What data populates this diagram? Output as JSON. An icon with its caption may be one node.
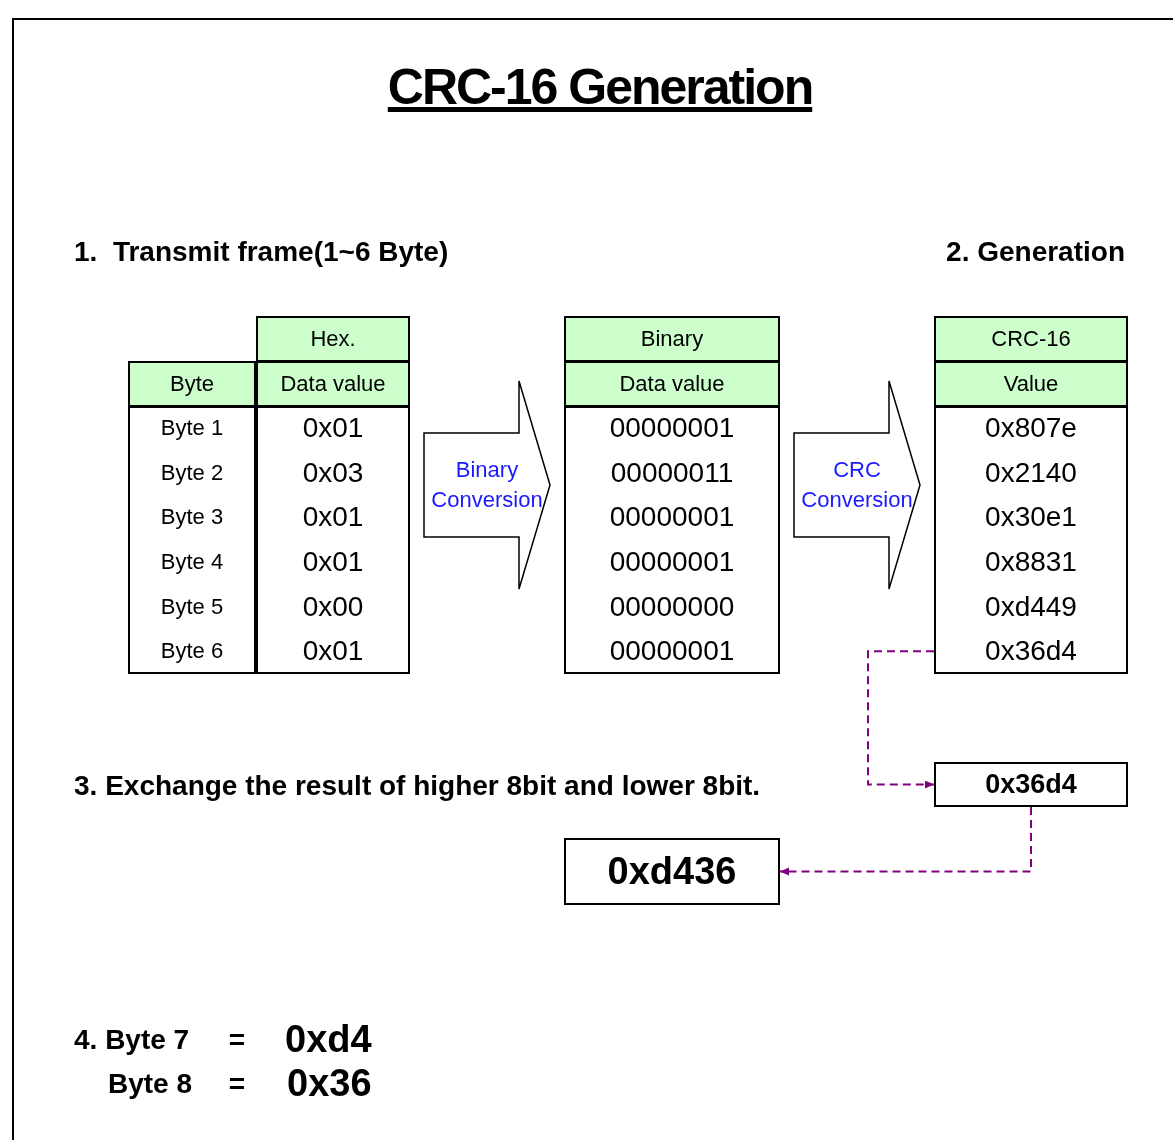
{
  "diagram": {
    "title": "CRC-16 Generation",
    "nodes": [
      {
        "text": [
          "Binary Conversion"
        ]
      },
      {
        "text": [
          "CRC Conversion"
        ]
      },
      {
        "text": [
          "0x36d4"
        ]
      },
      {
        "text": [
          "0x36d4"
        ]
      },
      {
        "text": [
          "0xd436"
        ]
      }
    ],
    "edges": [
      {
        "from": 2,
        "to": 3,
        "arrow": "to",
        "style": "dashed",
        "color": "#800080"
      },
      {
        "from": 3,
        "to": 4,
        "arrow": "to",
        "style": "dashed",
        "color": "#800080"
      }
    ],
    "labels": [
      "1.  Transmit frame(1~6 Byte)",
      "2. Generation",
      "Hex.",
      "Byte",
      "Data value",
      "Byte 1",
      "0x01",
      "Byte 2",
      "0x03",
      "Byte 3",
      "0x01",
      "Byte 4",
      "0x01",
      "Byte 5",
      "0x00",
      "Byte 6",
      "0x01",
      "Binary",
      "Data value",
      "00000001",
      "00000011",
      "00000001",
      "00000001",
      "00000000",
      "00000001",
      "CRC-16",
      "Value",
      "0x807e",
      "0x2140",
      "0x30e1",
      "0x8831",
      "0xd449",
      "3. Exchange the result of higher 8bit and lower 8bit.",
      "4. Byte 7",
      "=",
      "0xd4",
      "Byte 8",
      "=",
      "0x36"
    ]
  }
}
